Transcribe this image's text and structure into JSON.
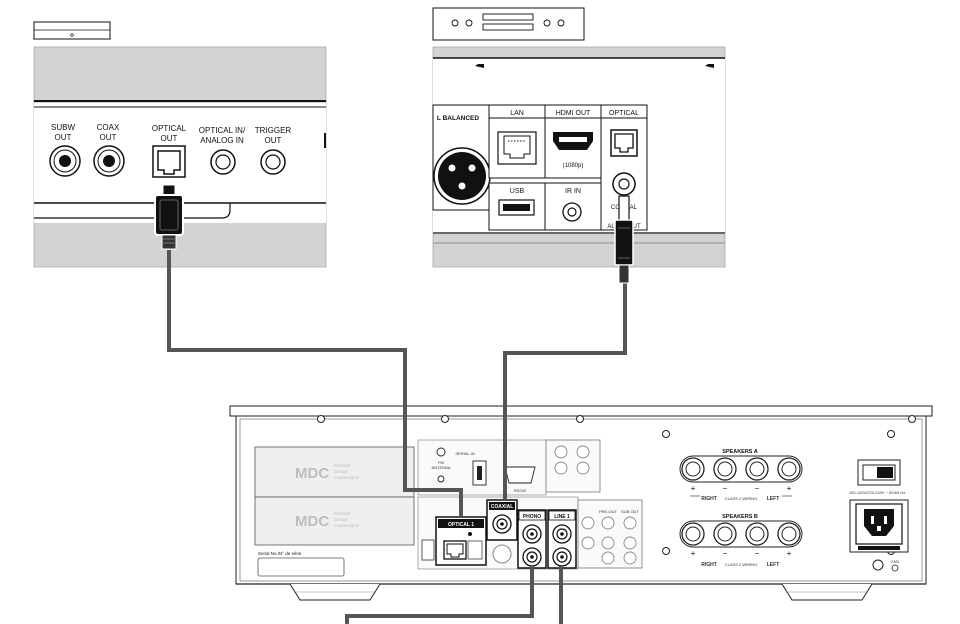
{
  "source_panel_left": {
    "labels": {
      "subw_out": [
        "SUBW",
        "OUT"
      ],
      "coax_out": [
        "COAX",
        "OUT"
      ],
      "optical_out": [
        "OPTICAL",
        "OUT"
      ],
      "optical_in": [
        "OPTICAL IN/",
        "ANALOG IN"
      ],
      "trigger_out": [
        "TRIGGER",
        "OUT"
      ]
    }
  },
  "source_panel_right": {
    "labels": {
      "balanced": "L BALANCED",
      "lan": "LAN",
      "hdmi_out": "HDMI OUT",
      "hdmi_res": "(1080p)",
      "optical": "OPTICAL",
      "usb": "USB",
      "ir_in": "IR IN",
      "coaxial": "COAXIAL",
      "audio_out": "AUDIO OUT"
    }
  },
  "amplifier": {
    "brand": "MDC",
    "brand_sub": [
      "Modular",
      "Design",
      "Construction"
    ],
    "labels": {
      "fm_antenna": [
        "FM",
        "ANTENNA"
      ],
      "optical1": "OPTICAL 1",
      "coaxial": "COAXIAL",
      "phono": "PHONO",
      "line1": "LINE 1",
      "speakers_a": "SPEAKERS A",
      "speakers_b": "SPEAKERS B",
      "right": "RIGHT",
      "left": "LEFT",
      "class2": "CLASS 2 WIRING",
      "plus": "+",
      "minus": "−",
      "pre_out": "PRE-OUT",
      "sub_out": "SUB OUT",
      "serial_no": "Serial No./N° de série",
      "power_rating": "100-120V/220-240V ~ 50/60 Hz",
      "gnd": "GND",
      "rs232": "RS232",
      "serial_in": "SERIAL IN"
    }
  },
  "colors": {
    "panel_gray": "#d3d3d3",
    "line_dark": "#1a1a1a",
    "cable_gray": "#555555",
    "brand_gray": "#bdbdbd"
  }
}
